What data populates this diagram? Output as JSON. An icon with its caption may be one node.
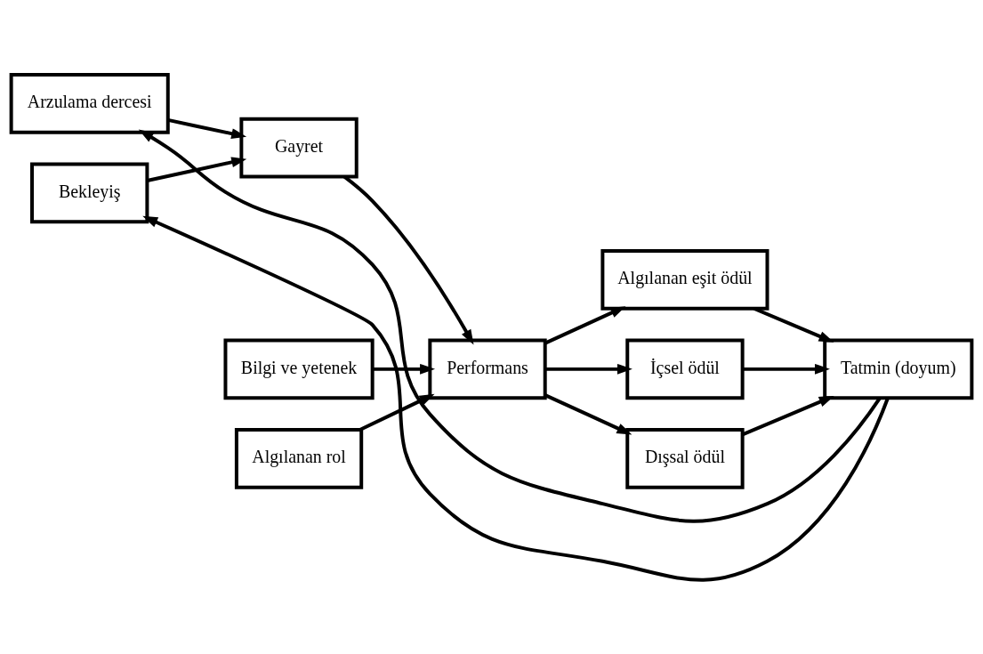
{
  "diagram": {
    "nodes": [
      {
        "text": [
          "Arzulama dercesi"
        ]
      },
      {
        "text": [
          "Bilgi ve yetenek"
        ]
      },
      {
        "text": [
          "Algılanan eşit ödül"
        ]
      },
      {
        "text": [
          "İçsel ödül"
        ]
      },
      {
        "text": [
          "Gayret"
        ]
      },
      {
        "text": [
          "Performans"
        ]
      },
      {
        "text": [
          "Tatmin (doyum)"
        ]
      },
      {
        "text": [
          "Dışsal ödül"
        ]
      },
      {
        "text": [
          "Bekleyiş"
        ]
      },
      {
        "text": [
          "Algılanan rol"
        ]
      }
    ],
    "edges": [
      {
        "from": 0,
        "to": 4,
        "arrow": "to"
      },
      {
        "from": 8,
        "to": 4,
        "arrow": "to"
      },
      {
        "from": 4,
        "to": 5,
        "arrow": "to"
      },
      {
        "from": 1,
        "to": 5,
        "arrow": "to"
      },
      {
        "from": 9,
        "to": 5,
        "arrow": "to"
      },
      {
        "from": 5,
        "to": 2,
        "arrow": "to"
      },
      {
        "from": 5,
        "to": 3,
        "arrow": "to"
      },
      {
        "from": 5,
        "to": 7,
        "arrow": "to"
      },
      {
        "from": 2,
        "to": 6,
        "arrow": "to"
      },
      {
        "from": 3,
        "to": 6,
        "arrow": "to"
      },
      {
        "from": 7,
        "to": 6,
        "arrow": "to"
      },
      {
        "from": 6,
        "to": 0,
        "arrow": "to"
      },
      {
        "from": 6,
        "to": 8,
        "arrow": "to"
      }
    ]
  }
}
